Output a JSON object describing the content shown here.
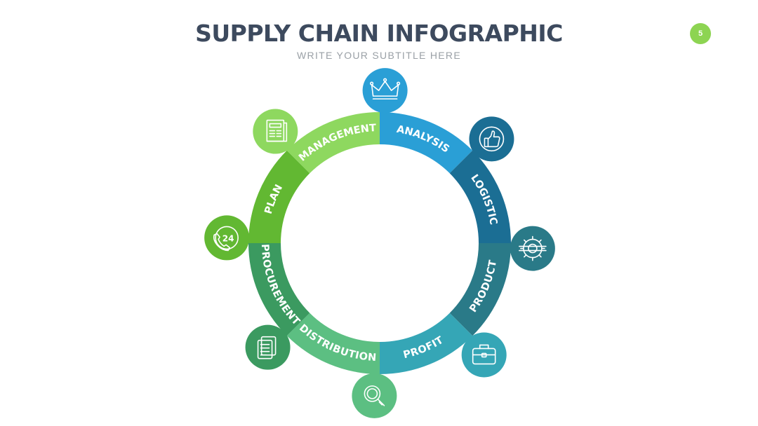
{
  "header": {
    "title": "SUPPLY CHAIN INFOGRAPHIC",
    "subtitle": "WRITE YOUR SUBTITLE HERE",
    "page_number": "5"
  },
  "segments": [
    {
      "label": "ANALYSIS",
      "color": "#2a9fd6",
      "icon_color": "#2a9fd6",
      "icon": "crown-icon"
    },
    {
      "label": "LOGISTIC",
      "color": "#1b6e94",
      "icon_color": "#1b6e94",
      "icon": "thumbs-up-icon"
    },
    {
      "label": "PRODUCT",
      "color": "#2a7a88",
      "icon_color": "#2a7a88",
      "icon": "gear-wrench-icon"
    },
    {
      "label": "PROFIT",
      "color": "#35a6b6",
      "icon_color": "#35a6b6",
      "icon": "briefcase-icon"
    },
    {
      "label": "DISTRIBUTION",
      "color": "#5cbf82",
      "icon_color": "#5cbf82",
      "icon": "magnifier-icon"
    },
    {
      "label": "PROCUREMENT",
      "color": "#3b9a60",
      "icon_color": "#3b9a60",
      "icon": "documents-icon"
    },
    {
      "label": "PLAN",
      "color": "#62b832",
      "icon_color": "#62b832",
      "icon": "phone-24-icon"
    },
    {
      "label": "MANAGEMENT",
      "color": "#8ed85f",
      "icon_color": "#8ed85f",
      "icon": "newspaper-icon"
    }
  ]
}
